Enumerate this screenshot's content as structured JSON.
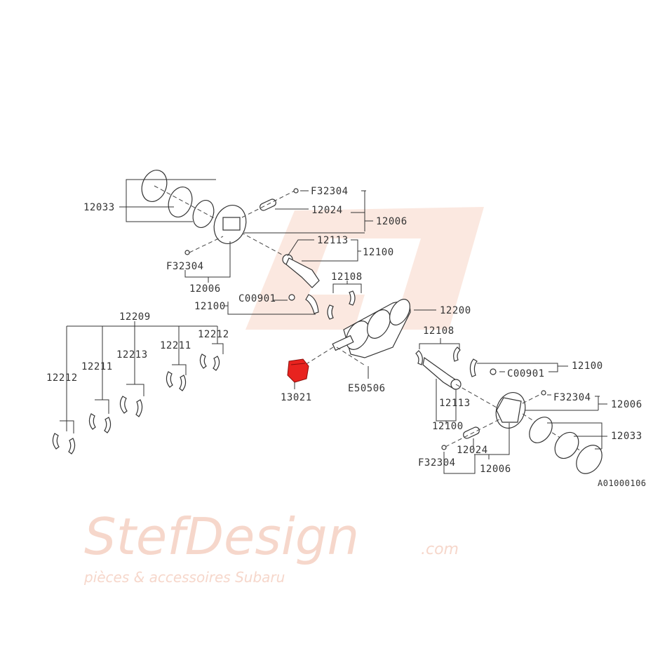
{
  "watermark": {
    "brand": "StefDesign",
    "tagline": "pièces & accessoires Subaru",
    "suffix": ".com"
  },
  "diagram_id": "A01000106",
  "highlight_color": "#e8231f",
  "labels": {
    "ring_set_top": "12033",
    "clip_top_right": "F32304",
    "pin_top": "12024",
    "piston_top_assy": "12006",
    "rod_top": "12113",
    "rod_assy_top": "12100",
    "clip_top_left": "F32304",
    "piston_top_assy_b": "12006",
    "bearing_top": "12108",
    "rod_assy_left": "12100",
    "nut_left": "C00901",
    "crankshaft": "12200",
    "main_bearing_set": "12209",
    "bearing_12212_r": "12212",
    "bearing_12211_r": "12211",
    "bearing_12213": "12213",
    "bearing_12211_l": "12211",
    "bearing_12212_l": "12212",
    "bearing_bottom": "12108",
    "rod_assy_right": "12100",
    "nut_right": "C00901",
    "pin_key": "E50506",
    "sprocket": "13021",
    "clip_bottom_right": "F32304",
    "piston_bottom_assy": "12006",
    "rod_bottom": "12113",
    "rod_assy_bottom": "12100",
    "ring_set_bottom": "12033",
    "pin_bottom": "12024",
    "clip_bottom_left": "F32304",
    "piston_bottom_assy_b": "12006"
  }
}
